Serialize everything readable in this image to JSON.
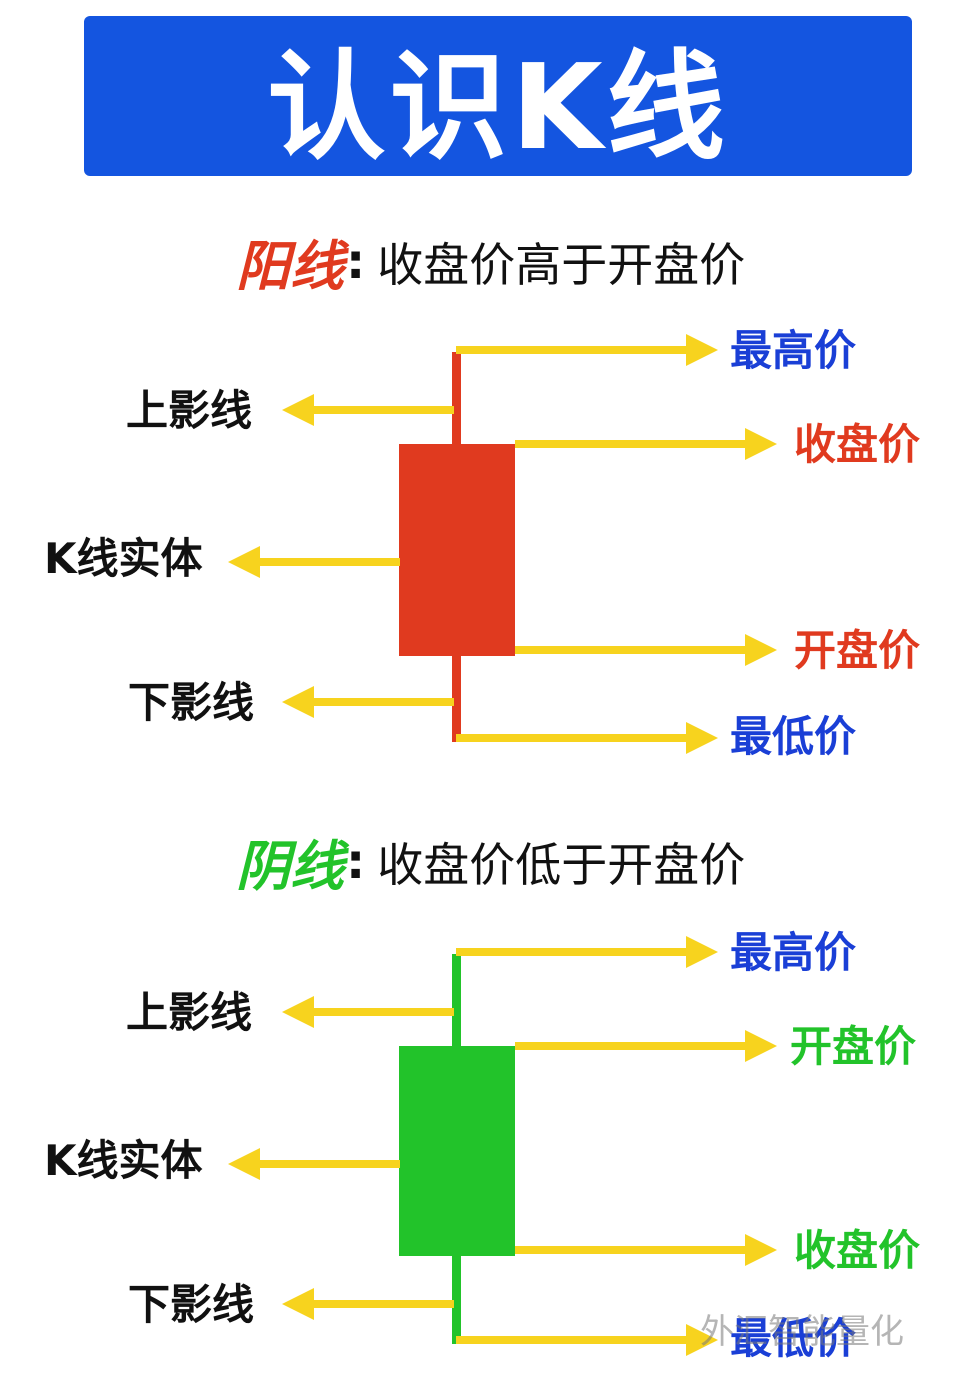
{
  "title": "认识K线",
  "colors": {
    "banner": "#1455e0",
    "bull": "#e03a1f",
    "bear": "#22c32a",
    "arrow": "#f7d31e",
    "blue_label": "#1a3fd6"
  },
  "sections": [
    {
      "tag": "阳线",
      "colon": ":",
      "desc": "收盘价高于开盘价",
      "color": "#e03a1f",
      "left_labels": {
        "upper_shadow": "上影线",
        "body": "K线实体",
        "lower_shadow": "下影线"
      },
      "right_labels": {
        "high": "最高价",
        "body_top": "收盘价",
        "body_bottom": "开盘价",
        "low": "最低价"
      }
    },
    {
      "tag": "阴线",
      "colon": ":",
      "desc": "收盘价低于开盘价",
      "color": "#22c32a",
      "left_labels": {
        "upper_shadow": "上影线",
        "body": "K线实体",
        "lower_shadow": "下影线"
      },
      "right_labels": {
        "high": "最高价",
        "body_top": "开盘价",
        "body_bottom": "收盘价",
        "low": "最低价"
      }
    }
  ],
  "watermark": "外汇智能量化"
}
